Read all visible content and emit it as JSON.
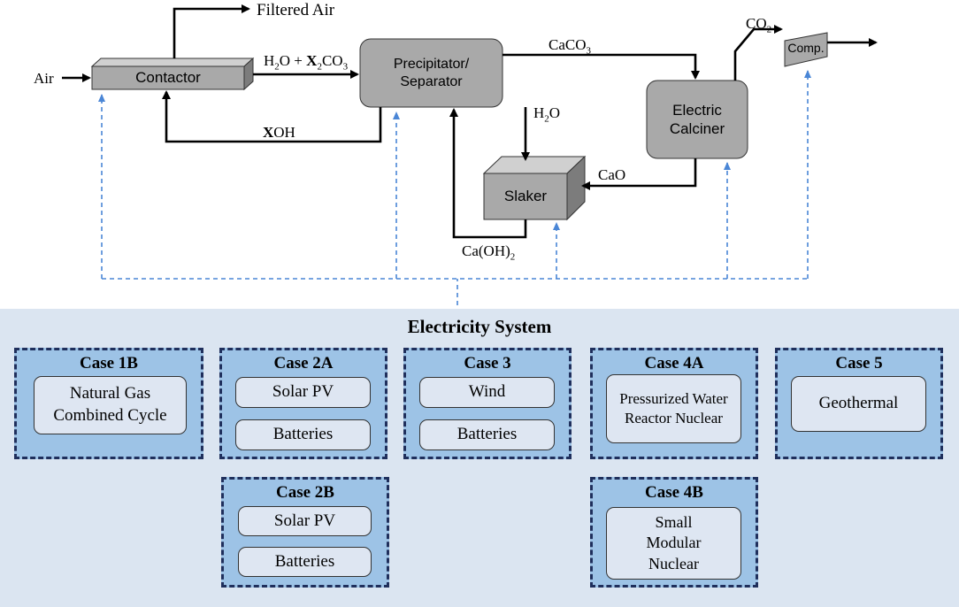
{
  "process": {
    "air": "Air",
    "filtered_air": "Filtered Air",
    "contactor": "Contactor",
    "h2o_x2co3": [
      "H",
      "2",
      "O + ",
      "X",
      "2",
      "CO",
      "3"
    ],
    "xoh": [
      "X",
      "OH"
    ],
    "precipitator": [
      "Precipitator/",
      "Separator"
    ],
    "caco3": [
      "CaCO",
      "3"
    ],
    "h2o": [
      "H",
      "2",
      "O"
    ],
    "slaker": "Slaker",
    "cao": "CaO",
    "caoh2": [
      "Ca(OH)",
      "2"
    ],
    "calciner": [
      "Electric",
      "Calciner"
    ],
    "co2": [
      "CO",
      "2"
    ],
    "comp": "Comp."
  },
  "electricity_system": {
    "title": "Electricity System",
    "cases": [
      {
        "title": "Case 1B",
        "sources": [
          "Natural Gas Combined Cycle"
        ]
      },
      {
        "title": "Case 2A",
        "sources": [
          "Solar PV",
          "Batteries"
        ]
      },
      {
        "title": "Case 3",
        "sources": [
          "Wind",
          "Batteries"
        ]
      },
      {
        "title": "Case 4A",
        "sources": [
          "Pressurized Water Reactor Nuclear"
        ]
      },
      {
        "title": "Case 5",
        "sources": [
          "Geothermal"
        ]
      },
      {
        "title": "Case 2B",
        "sources": [
          "Solar PV",
          "Batteries"
        ]
      },
      {
        "title": "Case 4B",
        "sources": [
          "Small Modular Nuclear"
        ]
      }
    ]
  },
  "colors": {
    "system_background": "#dbe5f1",
    "case_fill": "#9dc3e6",
    "case_border": "#1f2f5c",
    "source_fill": "#dee6f2",
    "unit_fill": "#a9a9a9",
    "dashed_arrow": "#4a86d6"
  }
}
